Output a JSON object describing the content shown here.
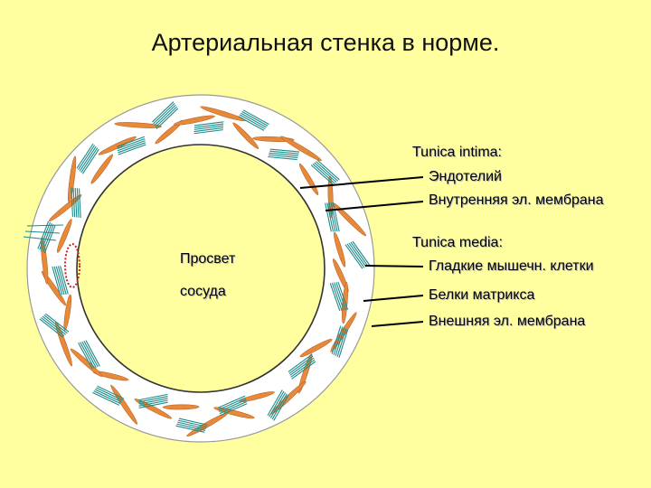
{
  "slide": {
    "title": "Артериальная стенка в норме.",
    "lumen_line1": "Просвет",
    "lumen_line2": "сосуда",
    "intima_header": "Tunica intima:",
    "endothelium": "Эндотелий",
    "internal_membrane": "Внутренняя эл. мембрана",
    "media_header": "Tunica media:",
    "smooth_muscle": "Гладкие мышечн. клетки",
    "matrix_proteins": "Белки матрикса",
    "external_membrane": "Внешняя эл. мембрана"
  },
  "colors": {
    "background": "#ffffa0",
    "wall": "#ffffff",
    "muscle_cell": "#e8893a",
    "fiber": "#1e8a8a",
    "leader_line": "#000000",
    "cell_outline": "#cc2222"
  }
}
